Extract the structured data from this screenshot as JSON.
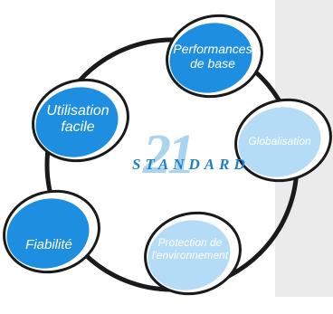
{
  "diagram": {
    "center_number": "21",
    "center_word": "STANDARD",
    "nodes": [
      {
        "id": "performances",
        "label": "Performances de base",
        "line1": "Performances",
        "line2": "de base",
        "style": "dark"
      },
      {
        "id": "globalisation",
        "label": "Globalisation",
        "line1": "Globalisation",
        "line2": "",
        "style": "light"
      },
      {
        "id": "environnement",
        "label": "Protection de l'environnement",
        "line1": "Protection de",
        "line2": "l'environnement",
        "style": "light"
      },
      {
        "id": "fiabilite",
        "label": "Fiabilité",
        "line1": "Fiabilité",
        "line2": "",
        "style": "dark"
      },
      {
        "id": "utilisation",
        "label": "Utilisation facile",
        "line1": "Utilisation",
        "line2": "facile",
        "style": "dark"
      }
    ]
  },
  "colors": {
    "dark_fill": "#1e8ee0",
    "light_fill": "#b4dcf6",
    "ring": "#1a1a1a",
    "panel": "#ebebeb"
  }
}
